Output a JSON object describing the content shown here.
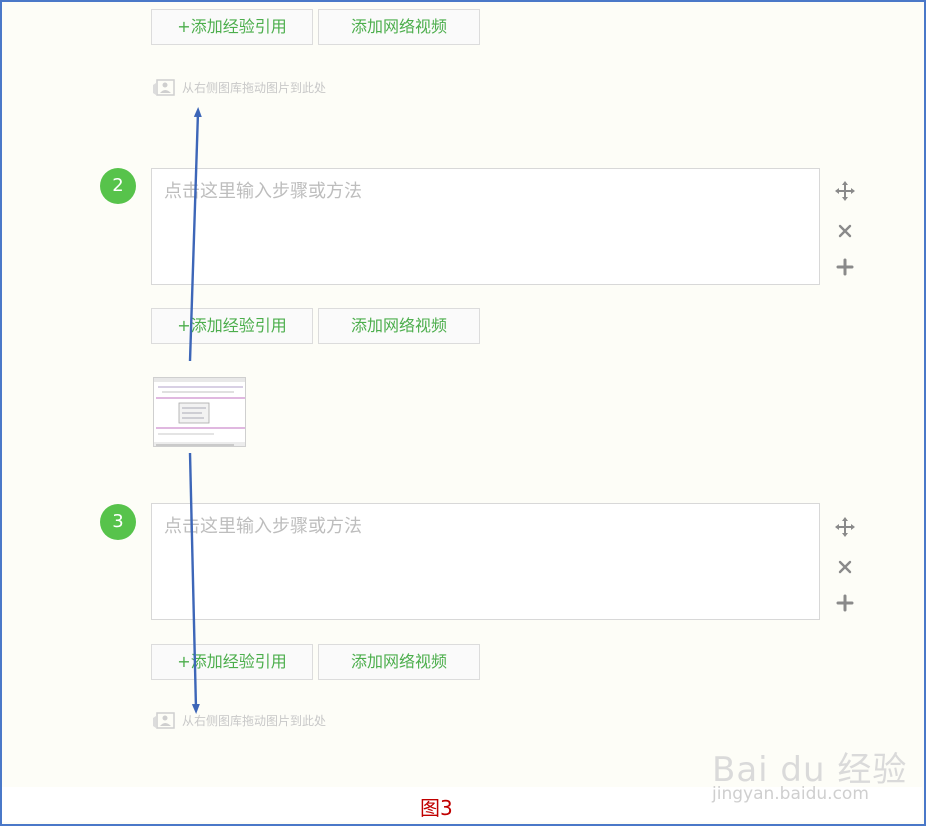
{
  "top_buttons": {
    "cite_label": "+添加经验引用",
    "video_label": "添加网络视频"
  },
  "drop_hint": "从右侧图库拖动图片到此处",
  "steps": [
    {
      "number": "2",
      "placeholder": "点击这里输入步骤或方法",
      "cite_label": "+添加经验引用",
      "video_label": "添加网络视频"
    },
    {
      "number": "3",
      "placeholder": "点击这里输入步骤或方法",
      "cite_label": "+添加经验引用",
      "video_label": "添加网络视频",
      "drop_hint": "从右侧图库拖动图片到此处"
    }
  ],
  "icons": {
    "move": "move-icon",
    "delete": "close-icon",
    "add": "plus-icon",
    "image": "image-icon"
  },
  "colors": {
    "accent_green": "#57c34b",
    "button_text": "#4cae4c",
    "arrow": "#3d66b8",
    "caption": "#c00000",
    "frame_border": "#4a78c8"
  },
  "watermark": {
    "logo": "Bai du 经验",
    "url": "jingyan.baidu.com"
  },
  "figure_caption": "图3"
}
